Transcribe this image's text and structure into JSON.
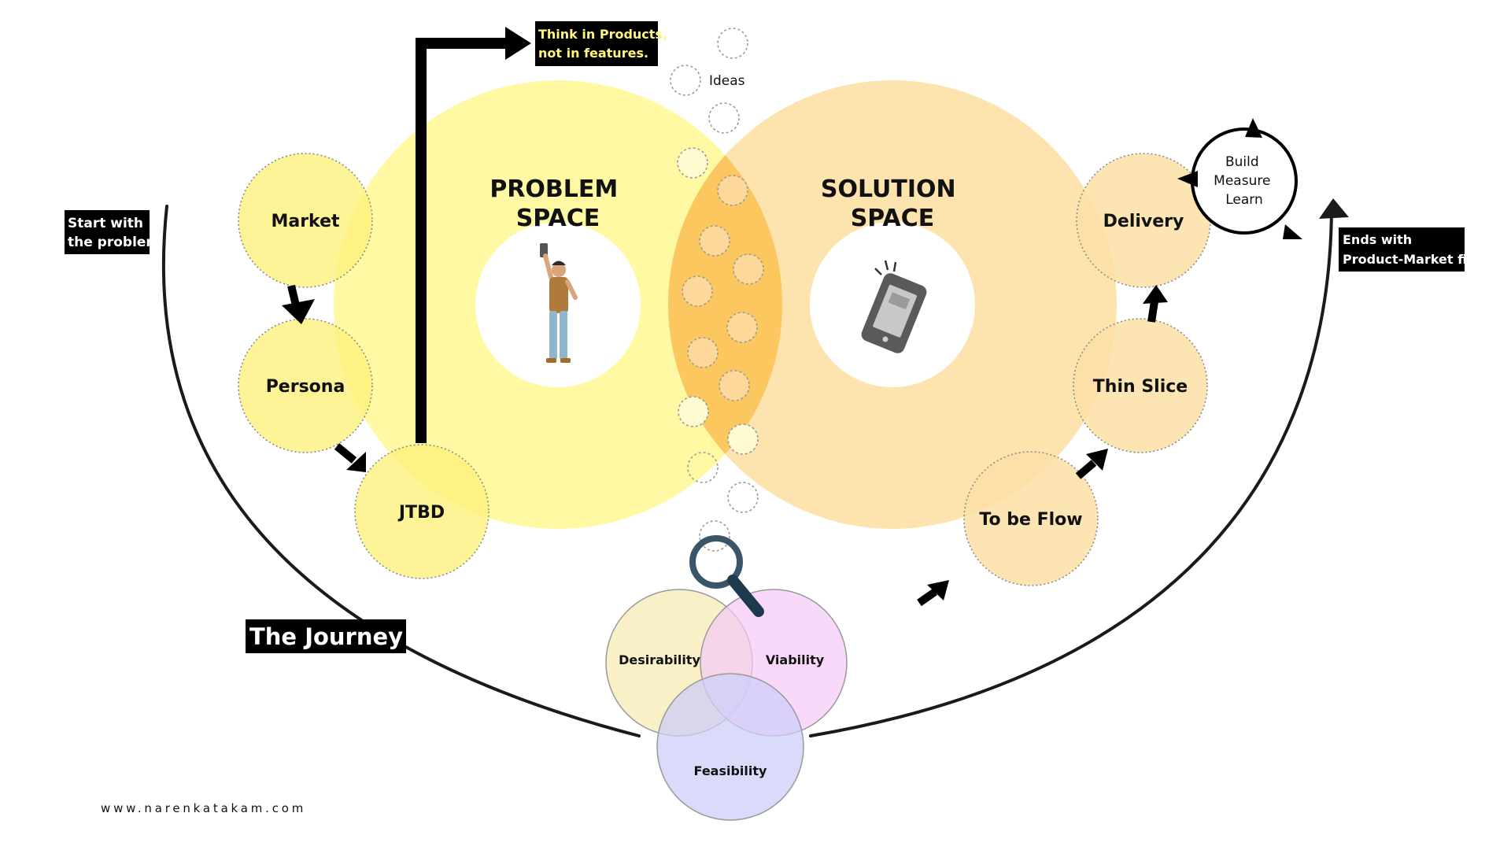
{
  "callouts": {
    "start": [
      "Start with",
      "the problem"
    ],
    "ends": [
      "Ends with",
      "Product-Market fit"
    ],
    "think": [
      "Think in Products,",
      "not in features."
    ],
    "journey": "The Journey"
  },
  "problem_space": {
    "title_line1": "PROBLEM",
    "title_line2": "SPACE"
  },
  "solution_space": {
    "title_line1": "SOLUTION",
    "title_line2": "SPACE"
  },
  "ideas_label": "Ideas",
  "left_nodes": {
    "market": "Market",
    "persona": "Persona",
    "jtbd": "JTBD"
  },
  "right_nodes": {
    "to_be_flow": "To be Flow",
    "thin_slice": "Thin Slice",
    "delivery": "Delivery"
  },
  "loop": [
    "Build",
    "Measure",
    "Learn"
  ],
  "venn": {
    "desirability": "Desirability",
    "viability": "Viability",
    "feasibility": "Feasibility"
  },
  "footer": "www.narenkatakam.com",
  "colors": {
    "problem_yellow": "#fff9a3",
    "solution_orange": "#fde3ad",
    "overlap_orange": "#fbc75e",
    "node_yellow": "#fcf07a",
    "node_orange": "#fcdfa6",
    "callout_bg": "#000000",
    "think_text": "#fff67a",
    "desirability": "#f8ecba",
    "viability": "#f7c9f7",
    "feasibility": "#cdcdf8"
  }
}
